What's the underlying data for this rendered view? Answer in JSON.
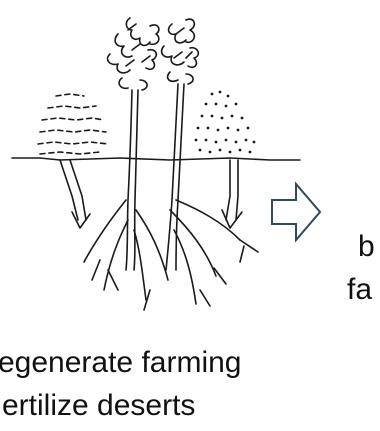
{
  "captions": {
    "line1_right": "b",
    "line2_right": "fa",
    "line3": "regenerate farming",
    "line4": "ertilize deserts"
  },
  "colors": {
    "ink": "#1a1a1a",
    "arrow": "#2f4a5f",
    "background": "#ffffff"
  },
  "icons": {
    "arrow": "right-arrow-outline-icon"
  }
}
